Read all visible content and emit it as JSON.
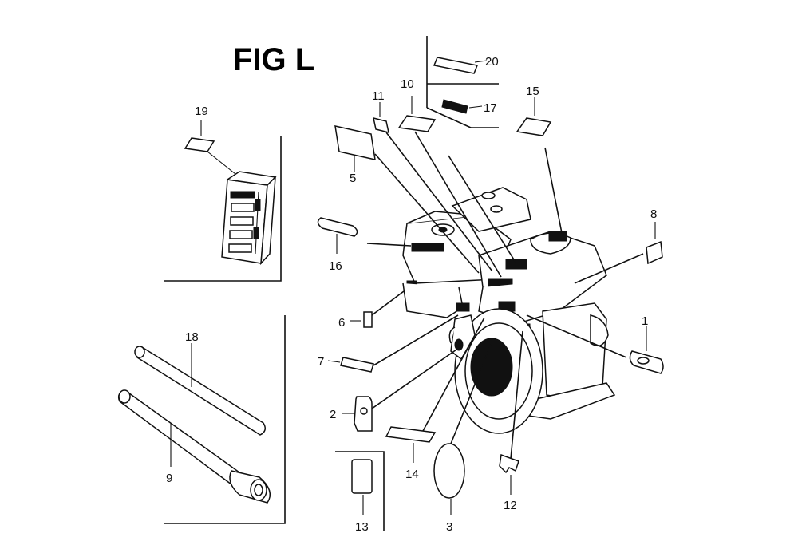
{
  "figure": {
    "title": "FIG L"
  },
  "labels": {
    "l1": "1",
    "l2": "2",
    "l3": "3",
    "l5": "5",
    "l6": "6",
    "l7": "7",
    "l8": "8",
    "l9": "9",
    "l10": "10",
    "l11": "11",
    "l12": "12",
    "l13": "13",
    "l14": "14",
    "l15": "15",
    "l16": "16",
    "l17": "17",
    "l18": "18",
    "l19": "19",
    "l20": "20"
  }
}
